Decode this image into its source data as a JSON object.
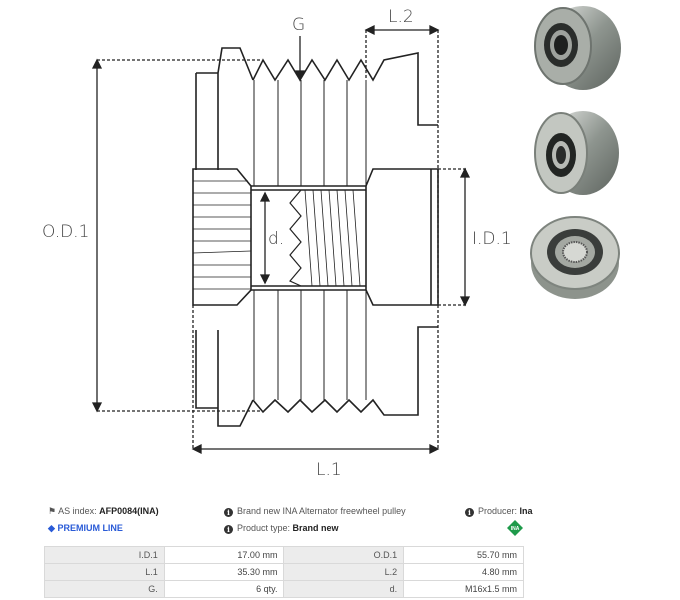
{
  "diagram": {
    "labels": {
      "groove": "G",
      "length2": "L.2",
      "outer_diameter": "O.D.1",
      "thread_diameter": "d.",
      "inner_diameter": "I.D.1",
      "length1": "L.1"
    }
  },
  "photos": [
    {
      "alt": "pulley-front-angle"
    },
    {
      "alt": "pulley-side-angle"
    },
    {
      "alt": "pulley-spline-view"
    }
  ],
  "info": {
    "as_index_label": "AS index:",
    "as_index_value": "AFP0084(INA)",
    "premium_line": "PREMIUM LINE",
    "description": "Brand new INA Alternator freewheel pulley",
    "product_type_label": "Product type:",
    "product_type_value": "Brand new",
    "producer_label": "Producer:",
    "producer_value": "Ina",
    "producer_logo_text": "INA",
    "colors": {
      "premium": "#2a5bd7",
      "ina_green": "#1e9a4a"
    }
  },
  "specs": [
    {
      "k1": "I.D.1",
      "v1": "17.00 mm",
      "k2": "O.D.1",
      "v2": "55.70 mm"
    },
    {
      "k1": "L.1",
      "v1": "35.30 mm",
      "k2": "L.2",
      "v2": "4.80 mm"
    },
    {
      "k1": "G.",
      "v1": "6 qty.",
      "k2": "d.",
      "v2": "M16x1.5 mm"
    }
  ]
}
